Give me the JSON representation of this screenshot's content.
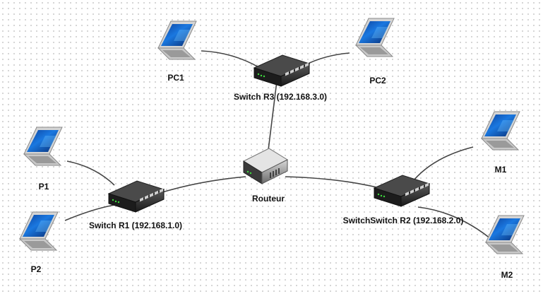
{
  "nodes": {
    "pc1": {
      "label": "PC1",
      "kind": "laptop-icon"
    },
    "pc2": {
      "label": "PC2",
      "kind": "laptop-icon"
    },
    "p1": {
      "label": "P1",
      "kind": "laptop-icon"
    },
    "p2": {
      "label": "P2",
      "kind": "laptop-icon"
    },
    "m1": {
      "label": "M1",
      "kind": "laptop-icon"
    },
    "m2": {
      "label": "M2",
      "kind": "laptop-icon"
    },
    "switch_r1": {
      "label": "Switch R1 (192.168.1.0)",
      "kind": "switch-icon"
    },
    "switch_r2": {
      "label": "SwitchSwitch R2 (192.168.2.0)",
      "kind": "switch-icon"
    },
    "switch_r3": {
      "label": "Switch R3 (192.168.3.0)",
      "kind": "switch-icon"
    },
    "router": {
      "label": "Routeur",
      "kind": "router-icon"
    }
  },
  "links": [
    [
      "pc1",
      "switch_r3"
    ],
    [
      "pc2",
      "switch_r3"
    ],
    [
      "switch_r3",
      "router"
    ],
    [
      "p1",
      "switch_r1"
    ],
    [
      "p2",
      "switch_r1"
    ],
    [
      "switch_r1",
      "router"
    ],
    [
      "router",
      "switch_r2"
    ],
    [
      "m1",
      "switch_r2"
    ],
    [
      "m2",
      "switch_r2"
    ]
  ],
  "colors": {
    "screen": "#1a6fd6",
    "screen_glow": "#6fc2ff",
    "wire": "#444444",
    "device_body": "#2a2a2a"
  }
}
